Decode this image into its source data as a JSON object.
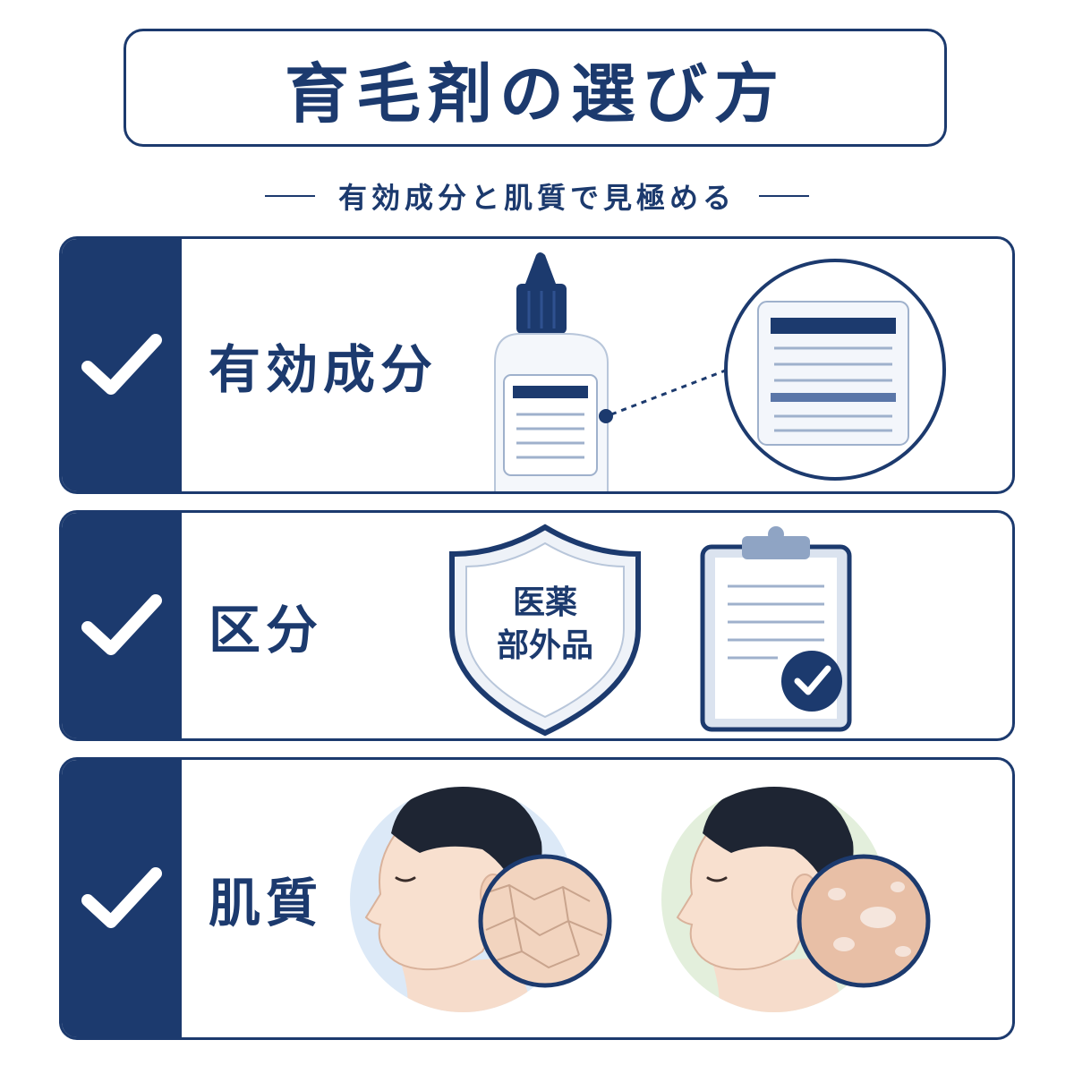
{
  "title": "育毛剤の選び方",
  "subtitle": "有効成分と肌質で見極める",
  "cards": [
    {
      "label": "有効成分",
      "illustration": "bottle-label-magnifier"
    },
    {
      "label": "区分",
      "badge_line1": "医薬",
      "badge_line2": "部外品",
      "illustration": "shield-badge-and-clipboard-check"
    },
    {
      "label": "肌質",
      "illustration": "dry-skin-and-oily-skin-profiles"
    }
  ],
  "icons": {
    "check": "check-icon",
    "bottle": "bottle-icon",
    "magnifier": "magnifier-icon",
    "shield": "shield-icon",
    "clipboard": "clipboard-icon",
    "face": "face-profile-icon"
  },
  "colors": {
    "navy": "#1c3a6e",
    "light_navy": "#5a76a8",
    "dry_bg": "#dce9f7",
    "oily_bg": "#e3efdc",
    "skin": "#f6dccb",
    "hair": "#1e2533"
  }
}
